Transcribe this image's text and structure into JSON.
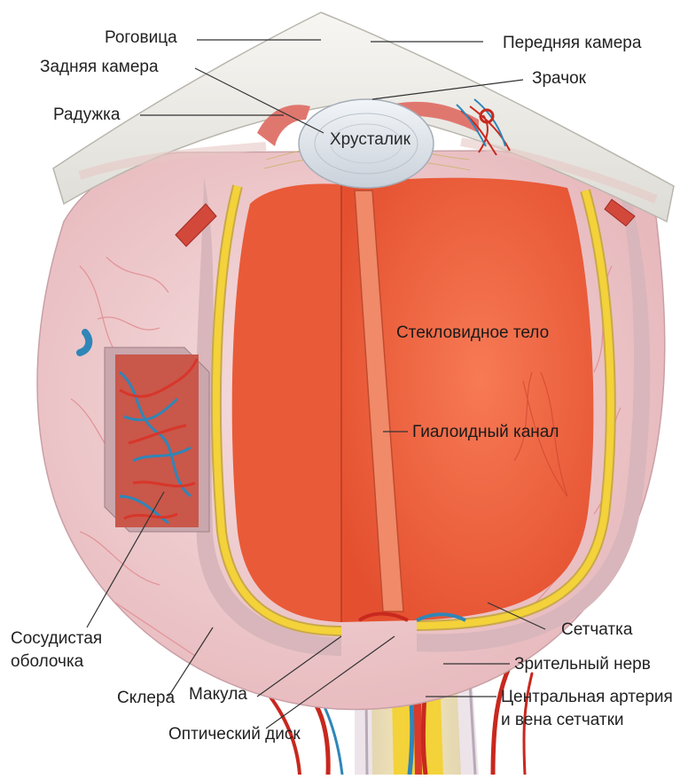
{
  "labels": {
    "cornea": "Роговица",
    "anterior_chamber": "Передняя камера",
    "posterior_chamber": "Задняя камера",
    "pupil": "Зрачок",
    "iris": "Радужка",
    "lens": "Хрусталик",
    "vitreous_body": "Стекловидное тело",
    "hyaloid_canal": "Гиалоидный канал",
    "choroid_line1": "Сосудистая",
    "choroid_line2": "оболочка",
    "retina": "Сетчатка",
    "optic_nerve": "Зрительный нерв",
    "sclera": "Склера",
    "macula": "Макула",
    "central_artery_line1": "Центральная артерия",
    "central_artery_line2": "и вена сетчатки",
    "optic_disc": "Оптический диск"
  },
  "colors": {
    "vitreous": "#f0623f",
    "vitreous_dark": "#d94a2b",
    "sclera": "#eec9cc",
    "retina": "#f3d23a",
    "cornea": "#eeeeea",
    "lens": "#dfe4ea",
    "artery": "#c8281e",
    "vein": "#2f86b8",
    "leader": "#333333"
  }
}
